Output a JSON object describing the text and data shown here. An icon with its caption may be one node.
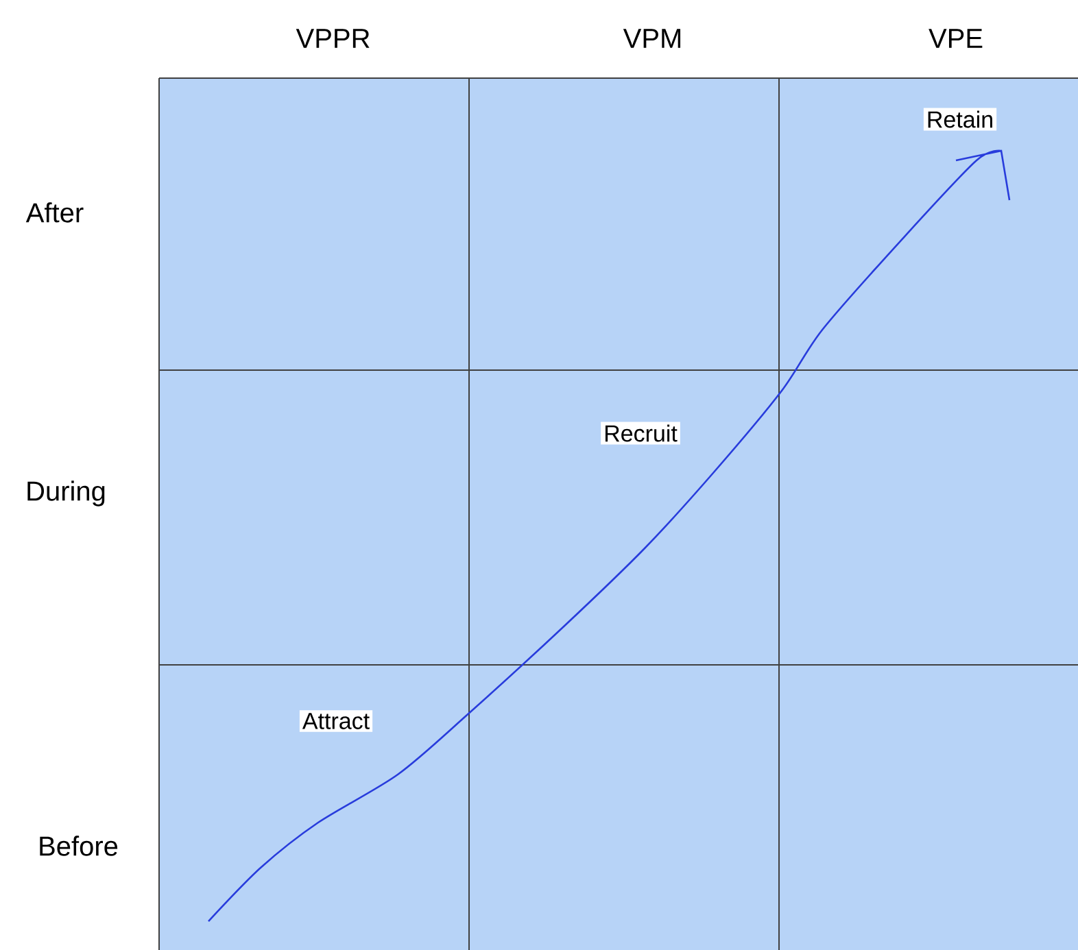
{
  "diagram": {
    "nodes": [
      {
        "text": [
          "Attract"
        ]
      },
      {
        "text": [
          "Recruit"
        ]
      },
      {
        "text": [
          "Retain"
        ]
      }
    ],
    "labels": [
      "VPPR",
      "VPM",
      "VPE",
      "After",
      "During",
      "Before"
    ]
  }
}
